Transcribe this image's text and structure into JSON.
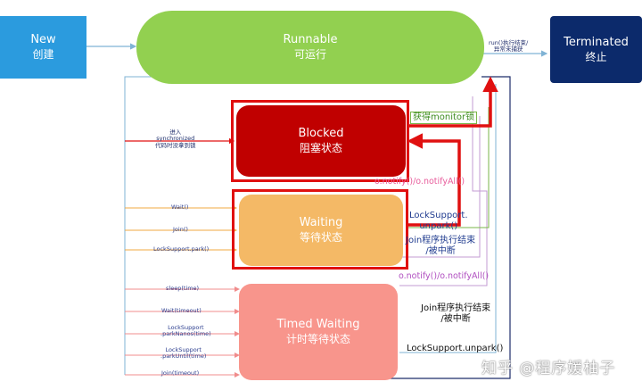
{
  "states": {
    "new": {
      "en": "New",
      "zh": "创建",
      "color": "#2b9bde"
    },
    "runnable": {
      "en": "Runnable",
      "zh": "可运行",
      "color": "#92d050"
    },
    "terminated": {
      "en": "Terminated",
      "zh": "终止",
      "color": "#0c2a6b"
    },
    "blocked": {
      "en": "Blocked",
      "zh": "阻塞状态",
      "color": "#c00000"
    },
    "waiting": {
      "en": "Waiting",
      "zh": "等待状态",
      "color": "#f4b966"
    },
    "timed_waiting": {
      "en": "Timed Waiting",
      "zh": "计时等待状态",
      "color": "#f8958c"
    }
  },
  "labels": {
    "run_end_1": "run()执行结束/",
    "run_end_2": "异常未捕获",
    "enter_1": "进入",
    "enter_2": "synchronized",
    "enter_3": "代码时没拿到锁",
    "get_monitor": "获得monitor锁",
    "notify_1": "o.notify()/o.notifyAll()",
    "wait": "Wait()",
    "join": "Join()",
    "locksupport_park": "LockSupport.park()",
    "locksupport_unpark_1": "LockSupport.",
    "locksupport_unpark_2": "unpark()",
    "join_end_1": "Join程序执行结束",
    "join_end_2": "/被中断",
    "notify_2": "o.notify()/o.notifyAll()",
    "sleep": "sleep(time)",
    "wait_timeout": "Wait(timeout)",
    "parknanos_1": "LockSupport",
    "parknanos_2": ".parkNanos(time)",
    "parkuntil_1": "LockSupport",
    "parkuntil_2": ".parkUntil(time)",
    "join_timeout": "Join(timeout)",
    "join_end_3": "Join程序执行结束",
    "join_end_4": "/被中断",
    "unpark_3": "LockSupport.unpark()"
  },
  "watermark": "知乎 @程序媛柚子",
  "colors": {
    "arrow_blue": "#7fb3d5",
    "arrow_red": "#e01010",
    "arrow_navy": "#1f2d6b",
    "arrow_purple": "#c39bd3",
    "arrow_green": "#7ab648",
    "notify_pink": "#e85d9c",
    "monitor_green": "#3d8c1f",
    "navy_text": "#1f3b8f"
  }
}
